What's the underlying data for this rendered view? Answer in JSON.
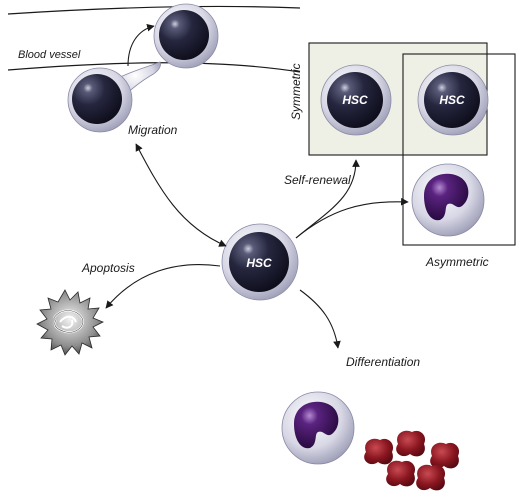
{
  "labels": {
    "blood_vessel": "Blood vessel",
    "migration": "Migration",
    "apoptosis": "Apoptosis",
    "self_renewal": "Self-renewal",
    "differentiation": "Differentiation",
    "symmetric": "Symmetric",
    "asymmetric": "Asymmetric"
  },
  "cells": {
    "center_hsc": "HSC",
    "symmetric_hsc_1": "HSC",
    "symmetric_hsc_2": "HSC"
  },
  "colors": {
    "stem_cell_nucleus": "#1c1d33",
    "stem_cell_membrane": "#d8d8e6",
    "differentiated_nucleus": "#3a1358",
    "red_blood_cell": "#8a1620",
    "box_fill": "#eef0e6"
  }
}
